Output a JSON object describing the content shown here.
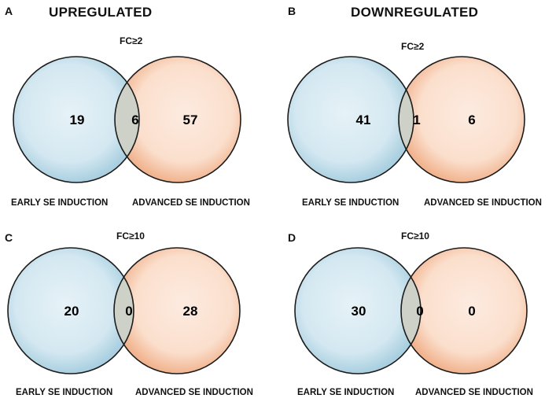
{
  "colors": {
    "left_fill": "#cfe5ef",
    "left_edge": "#9cc6d8",
    "right_fill": "#fbdcc8",
    "right_edge": "#eca57e",
    "overlap": "#cdcfc6",
    "stroke": "#1c1c1c"
  },
  "panels": [
    {
      "label": "A",
      "heading": "UPREGULATED",
      "threshold": "FC≥2",
      "left_set": "EARLY SE INDUCTION",
      "right_set": "ADVANCED SE INDUCTION",
      "left_only": "19",
      "both": "6",
      "right_only": "57"
    },
    {
      "label": "B",
      "heading": "DOWNREGULATED",
      "threshold": "FC≥2",
      "left_set": "EARLY SE INDUCTION",
      "right_set": "ADVANCED SE INDUCTION",
      "left_only": "41",
      "both": "1",
      "right_only": "6"
    },
    {
      "label": "C",
      "heading": "",
      "threshold": "FC≥10",
      "left_set": "EARLY SE INDUCTION",
      "right_set": "ADVANCED SE INDUCTION",
      "left_only": "20",
      "both": "0",
      "right_only": "28"
    },
    {
      "label": "D",
      "heading": "",
      "threshold": "FC≥10",
      "left_set": "EARLY SE INDUCTION",
      "right_set": "ADVANCED SE INDUCTION",
      "left_only": "30",
      "both": "0",
      "right_only": "0"
    }
  ]
}
